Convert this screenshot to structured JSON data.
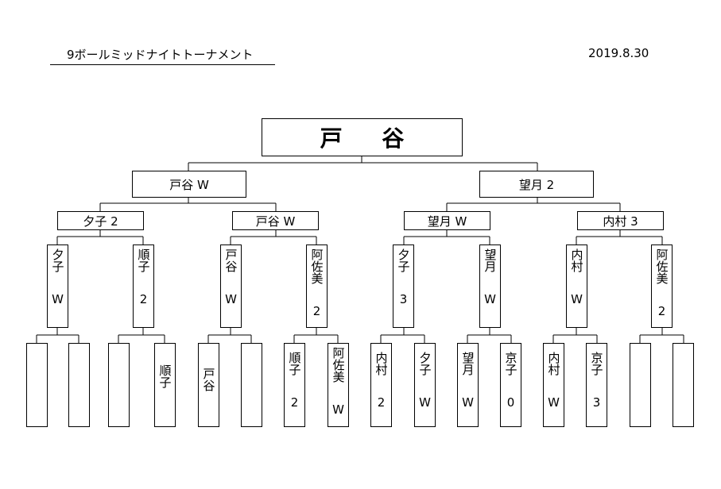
{
  "header": {
    "title": "9ボールミッドナイトトーナメント",
    "date": "2019.8.30"
  },
  "champion": "戸 谷",
  "semifinal": [
    "戸谷 W",
    "望月 2"
  ],
  "quarterfinal": [
    "夕子 2",
    "戸谷 W",
    "望月 W",
    "内村 3"
  ],
  "round2": [
    {
      "name": "夕子",
      "score": "W"
    },
    {
      "name": "順子",
      "score": "2"
    },
    {
      "name": "戸谷",
      "score": "W"
    },
    {
      "name": "阿佐美",
      "score": "2"
    },
    {
      "name": "夕子",
      "score": "3"
    },
    {
      "name": "望月",
      "score": "W"
    },
    {
      "name": "内村",
      "score": "W"
    },
    {
      "name": "阿佐美",
      "score": "2"
    }
  ],
  "round1": [
    {
      "name": "",
      "score": ""
    },
    {
      "name": "",
      "score": ""
    },
    {
      "name": "",
      "score": ""
    },
    {
      "name": "順子",
      "score": ""
    },
    {
      "name": "戸谷",
      "score": ""
    },
    {
      "name": "",
      "score": ""
    },
    {
      "name": "順子",
      "score": "2"
    },
    {
      "name": "阿佐美",
      "score": "W"
    },
    {
      "name": "内村",
      "score": "2"
    },
    {
      "name": "夕子",
      "score": "W"
    },
    {
      "name": "望月",
      "score": "W"
    },
    {
      "name": "京子",
      "score": "0"
    },
    {
      "name": "内村",
      "score": "W"
    },
    {
      "name": "京子",
      "score": "3"
    },
    {
      "name": "",
      "score": ""
    },
    {
      "name": "",
      "score": ""
    }
  ]
}
